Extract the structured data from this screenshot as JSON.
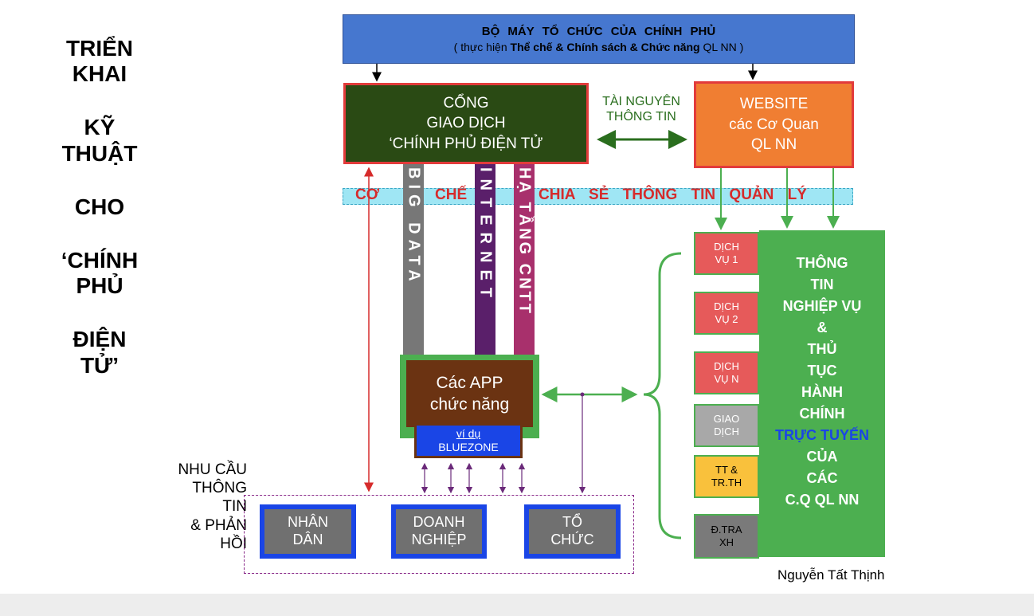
{
  "left_title": {
    "l1": "TRIỂN",
    "l2": "KHAI",
    "l3": "KỸ",
    "l4": "THUẬT",
    "l5": "CHO",
    "l6": "‘CHÍNH",
    "l7": "PHỦ",
    "l8": "ĐIỆN",
    "l9": "TỬ’"
  },
  "top_box": {
    "title": "BỘ MÁY TỔ CHỨC CỦA CHÍNH PHỦ",
    "sub_pre": "( thực hiện ",
    "sub_bold": "Thể chế & Chính sách & Chức năng",
    "sub_post": " QL NN )"
  },
  "portal": {
    "l1": "CỔNG",
    "l2": "GIAO DỊCH",
    "l3": "‘CHÍNH PHỦ ĐIỆN TỬ"
  },
  "resource": {
    "l1": "TÀI NGUYÊN",
    "l2": "THÔNG TIN"
  },
  "website": {
    "l1": "WEBSITE",
    "l2": "các Cơ Quan",
    "l3": "QL NN"
  },
  "band": {
    "w1": "CƠ",
    "w2": "CHẾ",
    "w3": "CHIA SẺ THÔNG TIN QUẢN LÝ"
  },
  "strips": {
    "big_data": "BIG DATA",
    "internet": "INTERNET",
    "ha_tang": "HẠ TẦNG CNTT"
  },
  "app": {
    "l1": "Các APP",
    "l2": "chức năng",
    "ex1": "ví dụ",
    "ex2": "BLUEZONE"
  },
  "needs": {
    "l1": "NHU CẦU",
    "l2": "THÔNG",
    "l3": "TIN",
    "l4": "& PHẢN",
    "l5": "HỒI"
  },
  "stakeholders": {
    "s1a": "NHÂN",
    "s1b": "DÂN",
    "s2a": "DOANH",
    "s2b": "NGHIỆP",
    "s3a": "TỔ",
    "s3b": "CHỨC"
  },
  "services": {
    "s1a": "DỊCH",
    "s1b": "VỤ 1",
    "s2a": "DỊCH",
    "s2b": "VỤ 2",
    "s3a": "DỊCH",
    "s3b": "VỤ N",
    "s4a": "GIAO",
    "s4b": "DỊCH",
    "s5a": "TT &",
    "s5b": "TR.TH",
    "s6a": "Đ.TRA",
    "s6b": "XH"
  },
  "big_green": {
    "l1": "THÔNG",
    "l2": "TIN",
    "l3": "NGHIỆP VỤ",
    "l4": "&",
    "l5": "THỦ",
    "l6": "TỤC",
    "l7": "HÀNH",
    "l8": "CHÍNH",
    "l9": "TRỰC TUYẾN",
    "l10": "CỦA",
    "l11": "CÁC",
    "l12": "C.Q QL NN"
  },
  "author": "Nguyễn Tất Thịnh",
  "colors": {
    "top_blue": "#4677cf",
    "portal_green": "#2a4a14",
    "website_orange": "#f07e32",
    "band_cyan": "#9fe6f4",
    "band_text": "#d62b2b",
    "gray_strip": "#777777",
    "purple_strip": "#5a1f6a",
    "magenta_strip": "#a8306c",
    "app_brown": "#6b3312",
    "bluezone_blue": "#1a45e6",
    "green": "#4caf50",
    "svc_red": "#e65a5a",
    "svc_gray": "#a8a8a8",
    "svc_yellow": "#f9c13c",
    "svc_darkgray": "#7a7a7a",
    "arrow_purple": "#6b2a7a",
    "arrow_red": "#d62b2b",
    "highlight_blue": "#1a45e6",
    "footer_gray": "#ededed"
  }
}
